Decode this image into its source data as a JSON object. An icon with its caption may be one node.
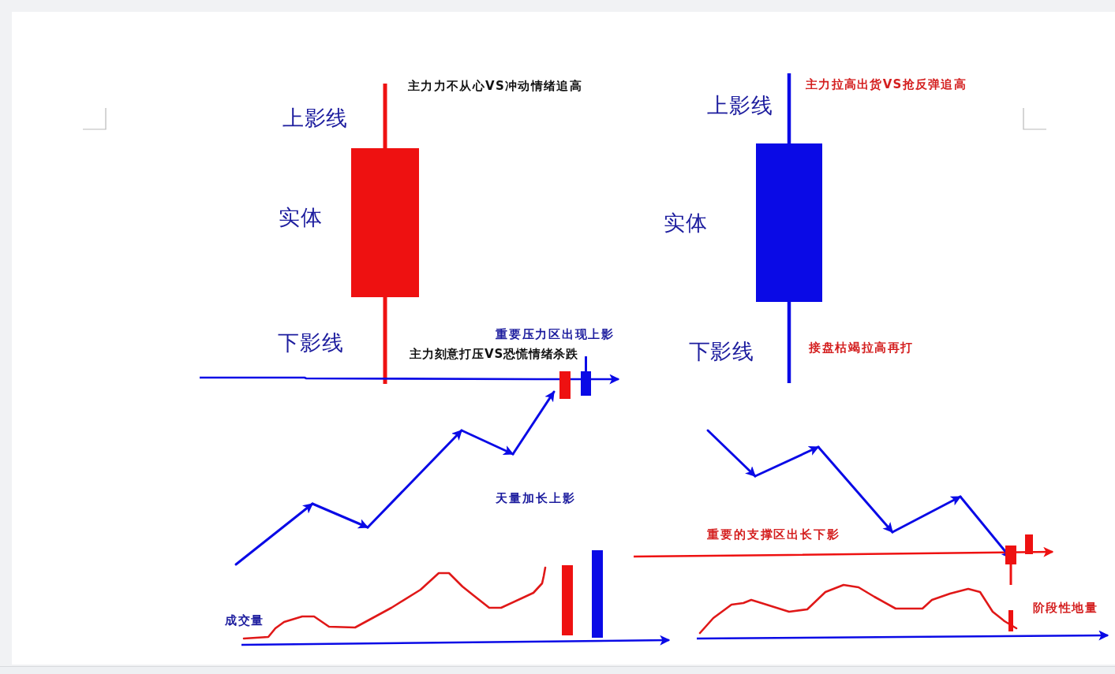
{
  "diagram": {
    "labels": [
      "主力力不从心VS冲动情绪追高",
      "上影线",
      "实体",
      "下影线",
      "重要压力区出现上影",
      "主力刻意打压VS恐慌情绪杀跌",
      "天量加长上影",
      "成交量",
      "主力拉高出货VS抢反弹追高",
      "上影线",
      "实体",
      "下影线",
      "接盘枯竭拉高再打",
      "重要的支撑区出长下影",
      "阶段性地量"
    ]
  }
}
